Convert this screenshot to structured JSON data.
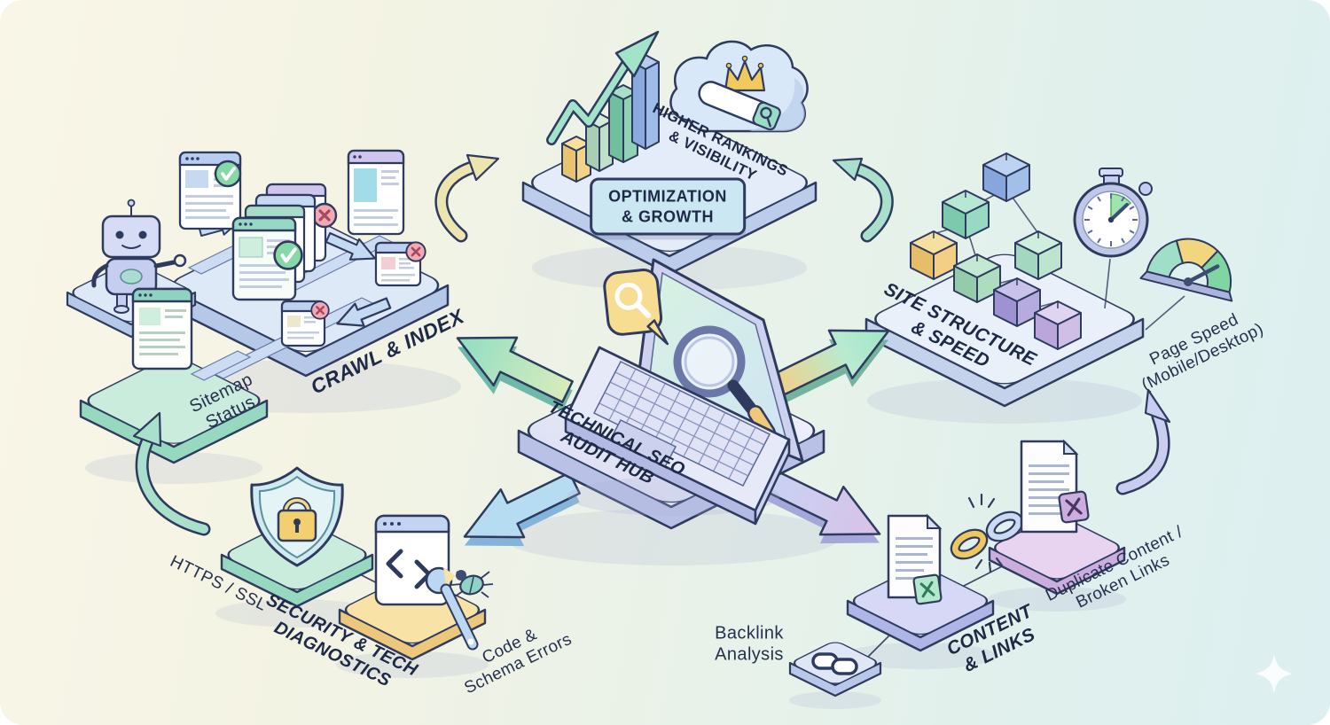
{
  "scene": {
    "hub": {
      "title_line1": "TECHNICAL SEO",
      "title_line2": "AUDIT HUB"
    },
    "crawl": {
      "title": "CRAWL & INDEX",
      "sitemap_line1": "Sitemap",
      "sitemap_line2": "Status"
    },
    "optimization": {
      "badge_line1": "OPTIMIZATION",
      "badge_line2": "& GROWTH",
      "caption_line1": "HIGHER RANKINGS",
      "caption_line2": "& VISIBILITY"
    },
    "site": {
      "title_line1": "SITE STRUCTURE",
      "title_line2": "& SPEED",
      "pagespeed_line1": "Page Speed",
      "pagespeed_line2": "(Mobile/Desktop)"
    },
    "security": {
      "title_line1": "SECURITY & TECH",
      "title_line2": "DIAGNOSTICS",
      "https_label": "HTTPS / SSL",
      "code_line1": "Code &",
      "code_line2": "Schema Errors"
    },
    "content": {
      "title_line1": "CONTENT",
      "title_line2": "& LINKS",
      "backlink_line1": "Backlink",
      "backlink_line2": "Analysis",
      "duplicate_line1": "Duplicate Content /",
      "duplicate_line2": "Broken Links"
    }
  },
  "icons": [
    "crawler-robot-icon",
    "browser-window-icon",
    "check-badge-icon",
    "error-badge-icon",
    "growth-bars-icon",
    "trend-arrow-icon",
    "cloud-icon",
    "crown-icon",
    "search-bar-icon",
    "laptop-icon",
    "magnifier-icon",
    "search-badge-icon",
    "sitemap-cubes-icon",
    "stopwatch-icon",
    "speed-gauge-icon",
    "shield-lock-icon",
    "code-window-icon",
    "wrench-icon",
    "bug-icon",
    "document-icon",
    "broken-link-icon",
    "chain-link-icon",
    "curved-arrow-icon",
    "block-arrow-icon",
    "sparkle-icon"
  ],
  "colors": {
    "background_left": "#f9f6e7",
    "background_right": "#ddeff0",
    "outline": "#2e3b5e",
    "text": "#1d2945",
    "platform_blue": "#dde9f7",
    "platform_mint": "#c9ecdd",
    "platform_yellow": "#f9e2a6",
    "platform_lavender": "#d6d8f5",
    "platform_purple": "#e8d4f0",
    "arrow_green": "#9fe6c6",
    "arrow_blue": "#b6dcf2",
    "arrow_lavender": "#ccd4f2",
    "arrow_yellow": "#ece5ae",
    "accent_teal": "#9adbc6",
    "accent_yellow": "#f2c95c",
    "accent_red": "#f2a9b4",
    "accent_green": "#86d9a6"
  }
}
